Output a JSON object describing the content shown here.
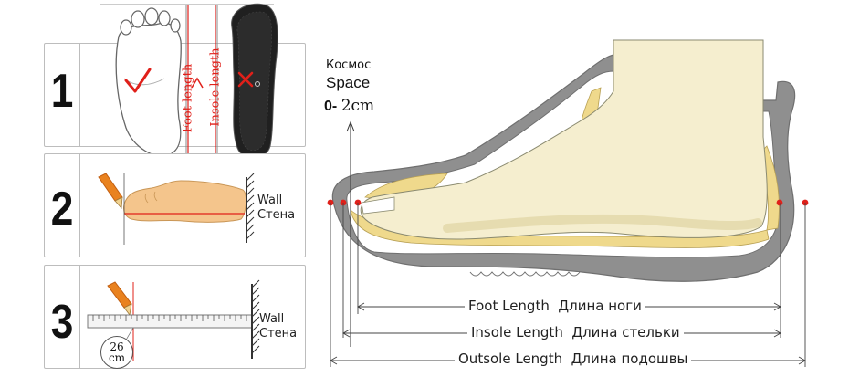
{
  "steps": [
    {
      "number": "1",
      "foot_length": "Foot length",
      "insole_length": "Insole length"
    },
    {
      "number": "2",
      "wall": "Wall",
      "wall_ru": "Стена"
    },
    {
      "number": "3",
      "wall": "Wall",
      "wall_ru": "Стена",
      "reading": "26",
      "reading_unit": "cm"
    }
  ],
  "space": {
    "label_ru": "Космос",
    "label": "Space",
    "range_prefix": "0-",
    "range_value": "2cm"
  },
  "measurements": [
    {
      "en": "Foot Length",
      "ru": "Длина ноги"
    },
    {
      "en": "Insole Length",
      "ru": "Длина стельки"
    },
    {
      "en": "Outsole Length",
      "ru": "Длина подошвы"
    }
  ],
  "colors": {
    "accent_red": "#e0201a",
    "sole_gray": "#8f8f8f",
    "foot_cream": "#f5eecf",
    "insole_yellow": "#efd98c",
    "pencil_orange": "#e9821f"
  }
}
